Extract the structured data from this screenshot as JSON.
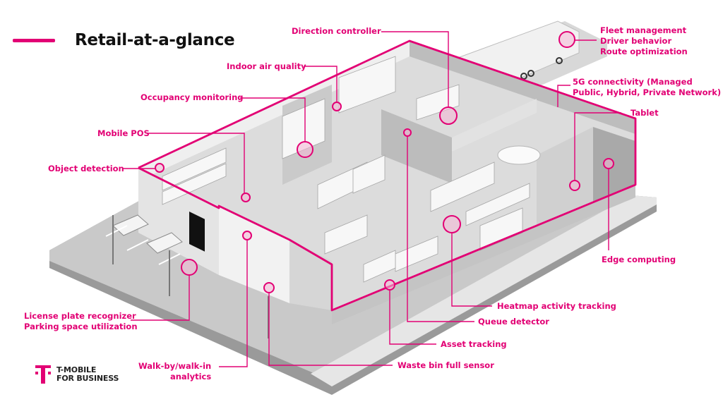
{
  "header": {
    "title": "Retail-at-a-glance"
  },
  "colors": {
    "accent": "#e20074",
    "building_light": "#ececec",
    "building_mid": "#cfcfcf",
    "building_dark": "#8f8f8f",
    "text_dark": "#111111"
  },
  "labels": {
    "direction_controller": "Direction controller",
    "indoor_air_quality": "Indoor air quality",
    "occupancy_monitoring": "Occupancy monitoring",
    "mobile_pos": "Mobile POS",
    "object_detection": "Object detection",
    "fleet": [
      "Fleet management",
      "Driver behavior",
      "Route optimization"
    ],
    "connectivity": [
      "5G connectivity (Managed",
      "Public, Hybrid, Private Network)"
    ],
    "tablet": "Tablet",
    "edge_computing": "Edge computing",
    "heatmap": "Heatmap activity tracking",
    "queue_detector": "Queue detector",
    "asset_tracking": "Asset tracking",
    "waste_bin": "Waste bin full sensor",
    "walk_by": [
      "Walk-by/walk-in",
      "analytics"
    ],
    "license_plate": [
      "License plate recognizer",
      "Parking space utilization"
    ]
  },
  "logo": {
    "line1": "T-MOBILE",
    "line2": "FOR BUSINESS"
  }
}
